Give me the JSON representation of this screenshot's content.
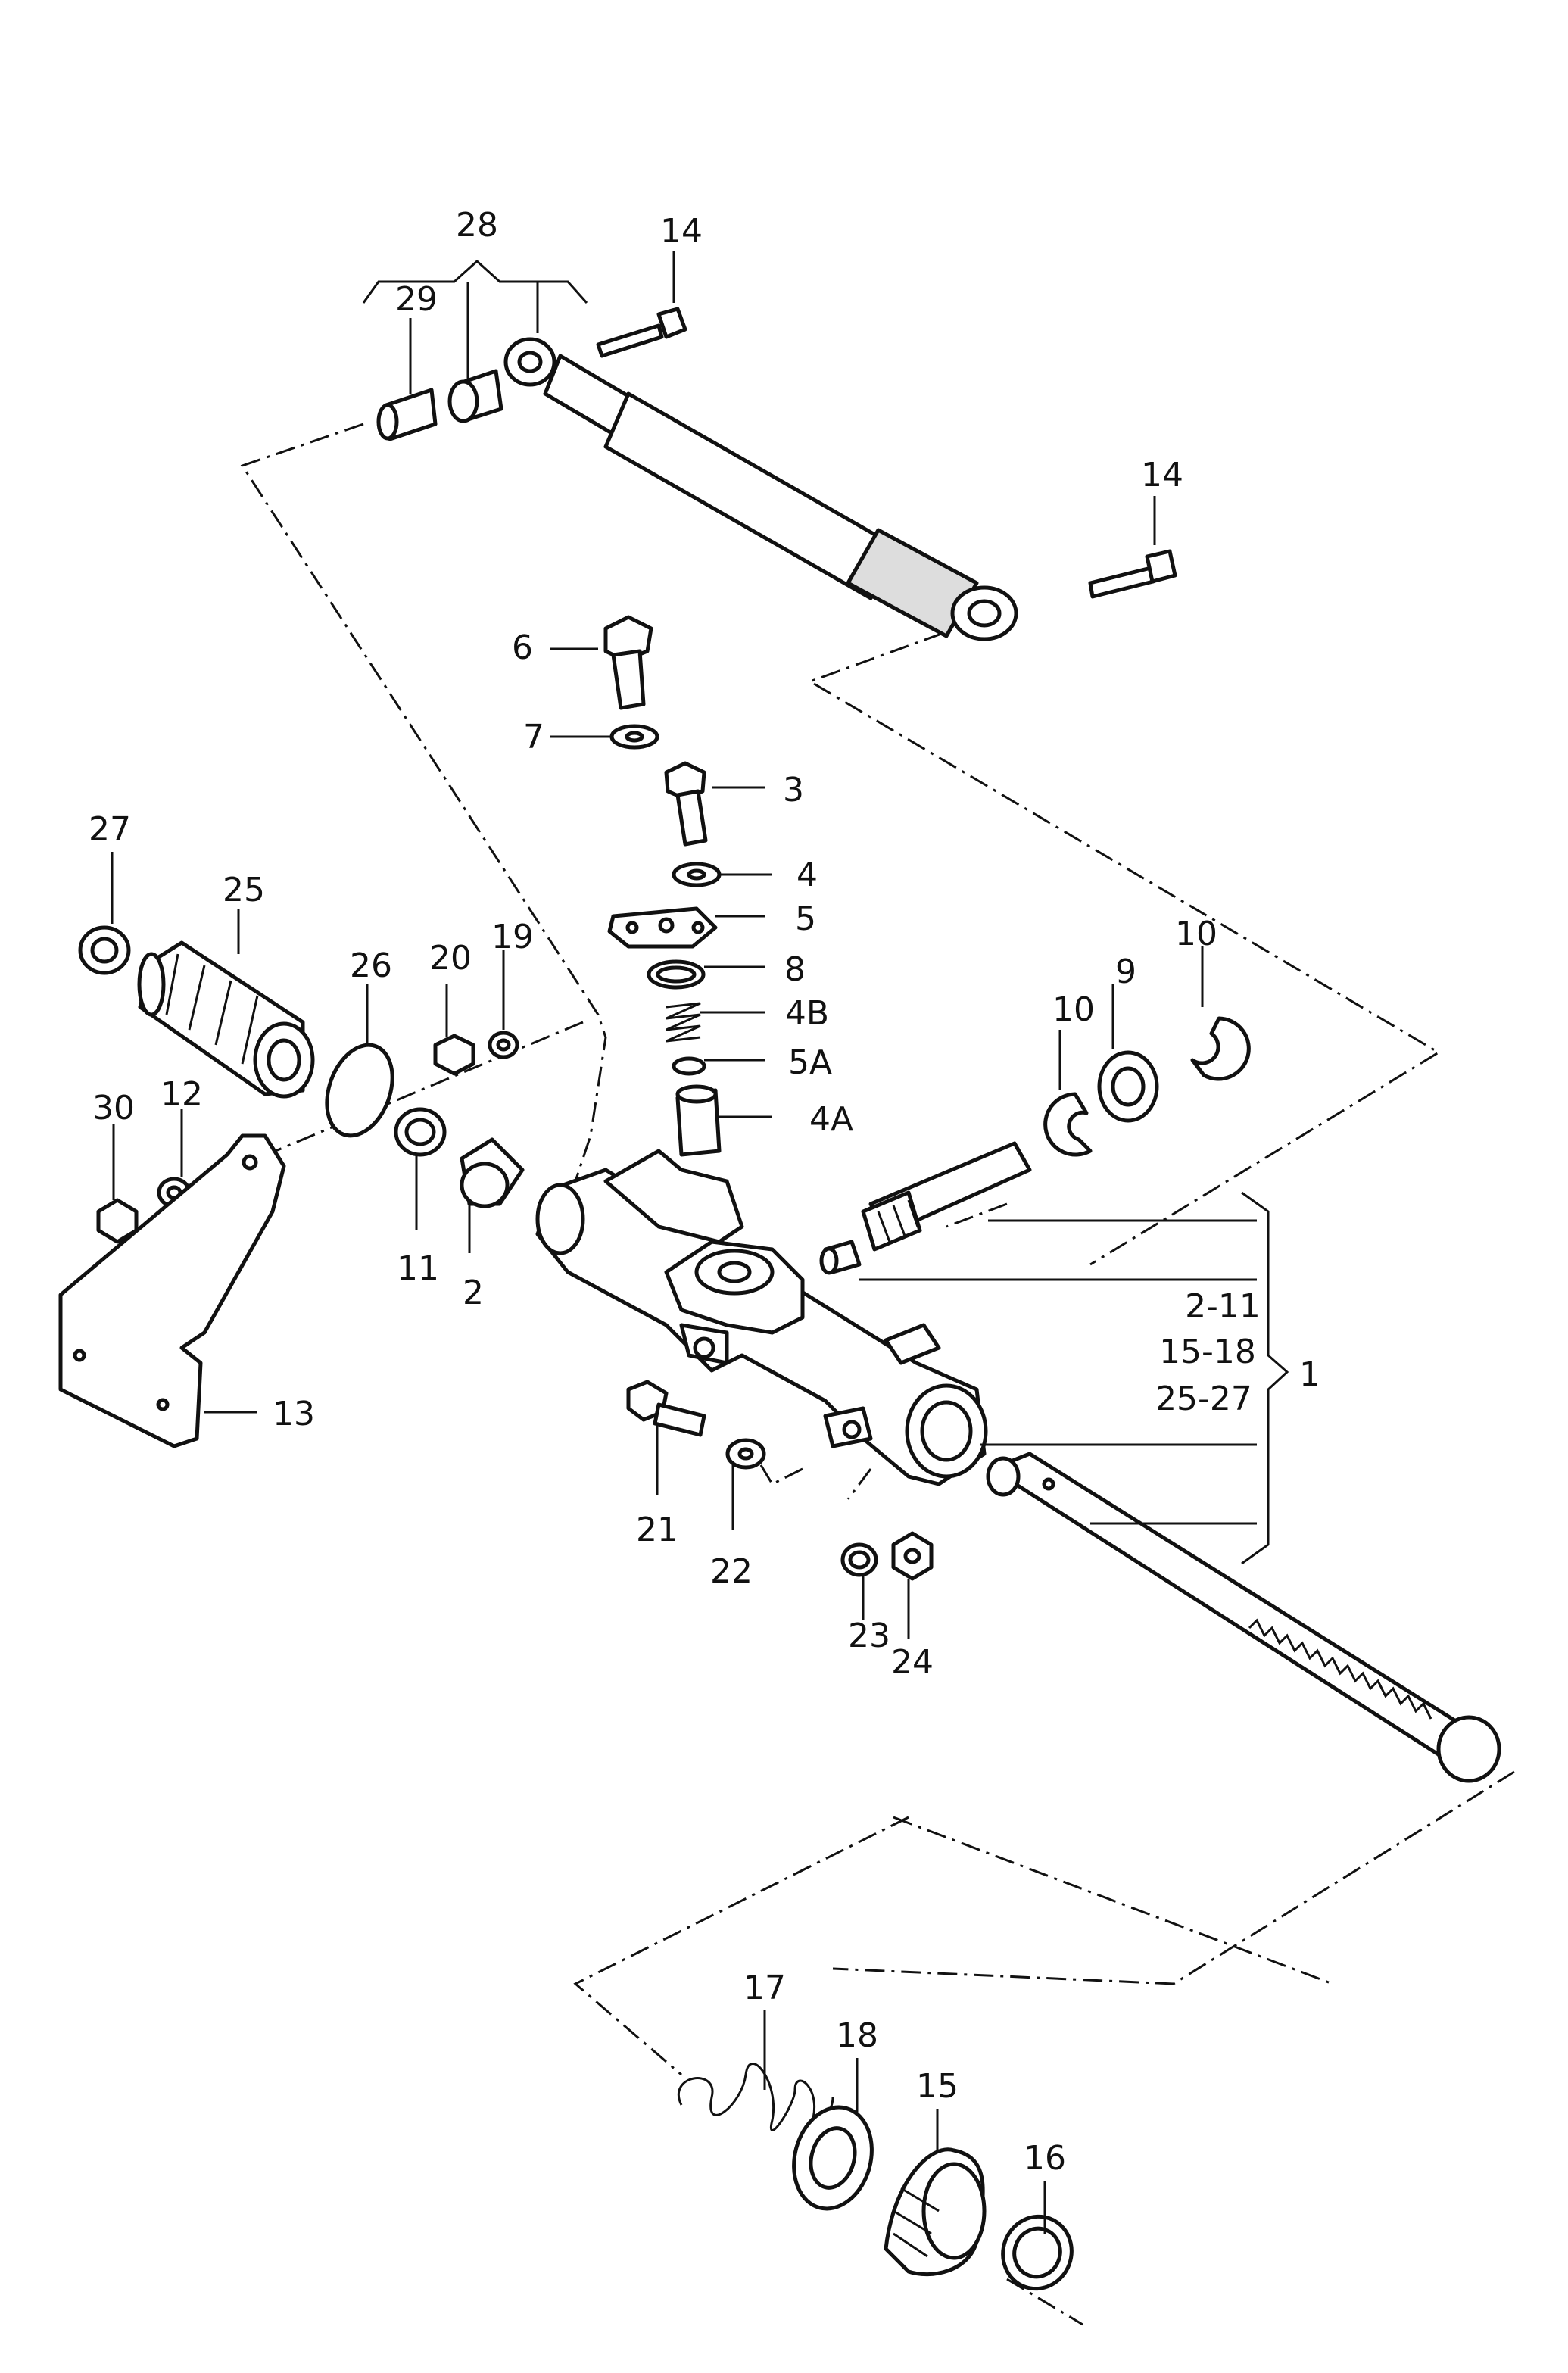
{
  "callouts": {
    "c1": "1",
    "c2": "2",
    "c3": "3",
    "c4": "4",
    "c4A": "4A",
    "c4B": "4B",
    "c5": "5",
    "c5A": "5A",
    "c6": "6",
    "c7": "7",
    "c8": "8",
    "c9": "9",
    "c10a": "10",
    "c10b": "10",
    "c11": "11",
    "c12": "12",
    "c13": "13",
    "c14a": "14",
    "c14b": "14",
    "c15": "15",
    "c16": "16",
    "c17": "17",
    "c18": "18",
    "c19": "19",
    "c20": "20",
    "c21": "21",
    "c22": "22",
    "c23": "23",
    "c24": "24",
    "c25": "25",
    "c26": "26",
    "c27": "27",
    "c28": "28",
    "c29": "29",
    "c30": "30"
  },
  "group_labels": {
    "range1": "2-11",
    "range2": "15-18",
    "range3": "25-27"
  }
}
